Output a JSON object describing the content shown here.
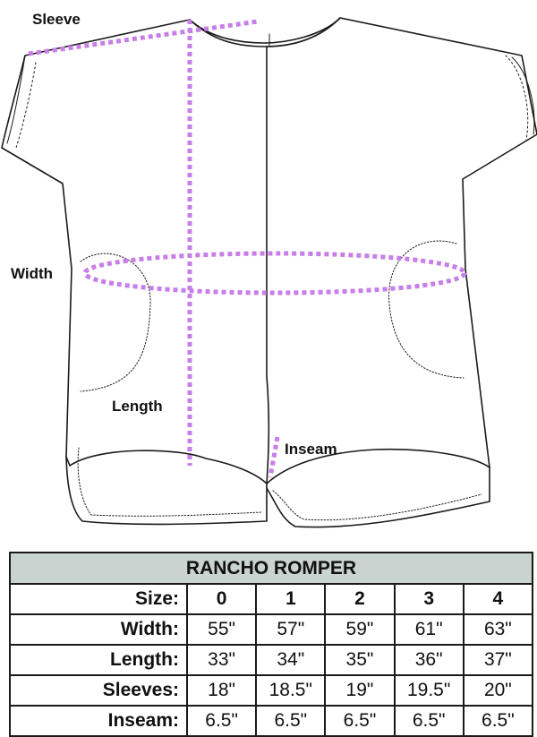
{
  "diagram": {
    "labels": {
      "sleeve": "Sleeve",
      "width": "Width",
      "length": "Length",
      "inseam": "Inseam"
    },
    "colors": {
      "outline": "#1a1a1a",
      "measure": "#c77ee8"
    }
  },
  "table": {
    "title": "RANCHO ROMPER",
    "header_color": "#c9d3cf",
    "sizes_label": "Size:",
    "sizes": [
      "0",
      "1",
      "2",
      "3",
      "4"
    ],
    "rows": [
      {
        "label": "Width:",
        "values": [
          "55\"",
          "57\"",
          "59\"",
          "61\"",
          "63\""
        ]
      },
      {
        "label": "Length:",
        "values": [
          "33\"",
          "34\"",
          "35\"",
          "36\"",
          "37\""
        ]
      },
      {
        "label": "Sleeves:",
        "values": [
          "18\"",
          "18.5\"",
          "19\"",
          "19.5\"",
          "20\""
        ]
      },
      {
        "label": "Inseam:",
        "values": [
          "6.5\"",
          "6.5\"",
          "6.5\"",
          "6.5\"",
          "6.5\""
        ]
      }
    ]
  }
}
